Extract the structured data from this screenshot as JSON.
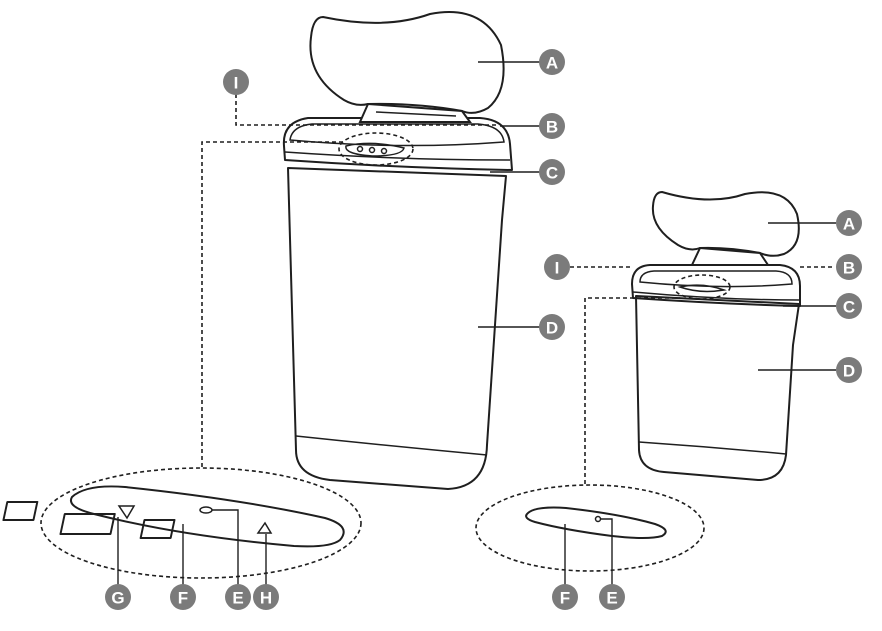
{
  "labels": {
    "A": "A",
    "B": "B",
    "C": "C",
    "D": "D",
    "E": "E",
    "F": "F",
    "G": "G",
    "H": "H",
    "I": "I"
  },
  "colors": {
    "line": "#1f1f1f",
    "callout": "#7b7b7b",
    "callout_text": "#ffffff",
    "background": "#ffffff"
  }
}
